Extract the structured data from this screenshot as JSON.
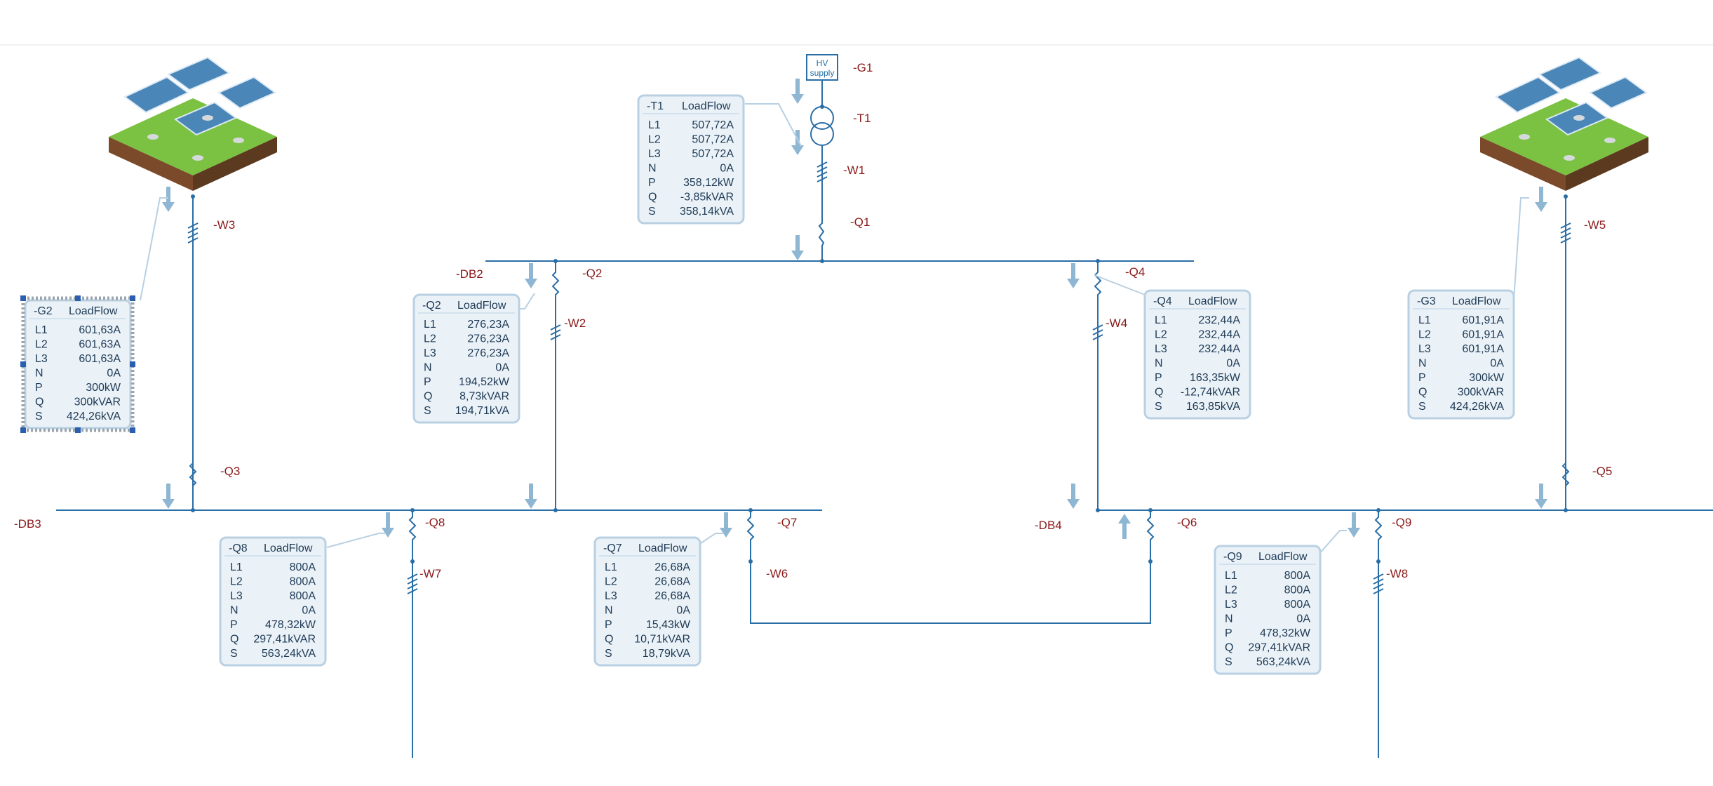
{
  "colors": {
    "line": "#2a6ea6",
    "label": "#8b1a1a",
    "box_fill": "#eaf2f8",
    "box_stroke": "#b9d0e2",
    "arrow": "#8fb6d3",
    "grass": "#7cc242",
    "soil": "#7a4a2a",
    "panel": "#4a86b8"
  },
  "labels": {
    "G1": "-G1",
    "T1": "-T1",
    "W1": "-W1",
    "Q1": "-Q1",
    "DB2": "-DB2",
    "DB3": "-DB3",
    "DB4": "-DB4",
    "Q2": "-Q2",
    "W2": "-W2",
    "Q3": "-Q3",
    "W3": "-W3",
    "Q4": "-Q4",
    "W4": "-W4",
    "Q5": "-Q5",
    "W5": "-W5",
    "Q6": "-Q6",
    "Q7": "-Q7",
    "W6": "-W6",
    "Q8": "-Q8",
    "W7": "-W7",
    "Q9": "-Q9",
    "W8": "-W8"
  },
  "hv_supply": [
    "HV",
    "supply"
  ],
  "loadflow_boxes": [
    {
      "id": "-T1",
      "title": "LoadFlow",
      "rows": [
        [
          "L1",
          "507,72A"
        ],
        [
          "L2",
          "507,72A"
        ],
        [
          "L3",
          "507,72A"
        ],
        [
          "N",
          "0A"
        ],
        [
          "P",
          "358,12kW"
        ],
        [
          "Q",
          "-3,85kVAR"
        ],
        [
          "S",
          "358,14kVA"
        ]
      ]
    },
    {
      "id": "-Q2",
      "title": "LoadFlow",
      "rows": [
        [
          "L1",
          "276,23A"
        ],
        [
          "L2",
          "276,23A"
        ],
        [
          "L3",
          "276,23A"
        ],
        [
          "N",
          "0A"
        ],
        [
          "P",
          "194,52kW"
        ],
        [
          "Q",
          "8,73kVAR"
        ],
        [
          "S",
          "194,71kVA"
        ]
      ]
    },
    {
      "id": "-Q4",
      "title": "LoadFlow",
      "rows": [
        [
          "L1",
          "232,44A"
        ],
        [
          "L2",
          "232,44A"
        ],
        [
          "L3",
          "232,44A"
        ],
        [
          "N",
          "0A"
        ],
        [
          "P",
          "163,35kW"
        ],
        [
          "Q",
          "-12,74kVAR"
        ],
        [
          "S",
          "163,85kVA"
        ]
      ]
    },
    {
      "id": "-G2",
      "title": "LoadFlow",
      "selected": true,
      "rows": [
        [
          "L1",
          "601,63A"
        ],
        [
          "L2",
          "601,63A"
        ],
        [
          "L3",
          "601,63A"
        ],
        [
          "N",
          "0A"
        ],
        [
          "P",
          "300kW"
        ],
        [
          "Q",
          "300kVAR"
        ],
        [
          "S",
          "424,26kVA"
        ]
      ]
    },
    {
      "id": "-G3",
      "title": "LoadFlow",
      "rows": [
        [
          "L1",
          "601,91A"
        ],
        [
          "L2",
          "601,91A"
        ],
        [
          "L3",
          "601,91A"
        ],
        [
          "N",
          "0A"
        ],
        [
          "P",
          "300kW"
        ],
        [
          "Q",
          "300kVAR"
        ],
        [
          "S",
          "424,26kVA"
        ]
      ]
    },
    {
      "id": "-Q8",
      "title": "LoadFlow",
      "rows": [
        [
          "L1",
          "800A"
        ],
        [
          "L2",
          "800A"
        ],
        [
          "L3",
          "800A"
        ],
        [
          "N",
          "0A"
        ],
        [
          "P",
          "478,32kW"
        ],
        [
          "Q",
          "297,41kVAR"
        ],
        [
          "S",
          "563,24kVA"
        ]
      ]
    },
    {
      "id": "-Q7",
      "title": "LoadFlow",
      "rows": [
        [
          "L1",
          "26,68A"
        ],
        [
          "L2",
          "26,68A"
        ],
        [
          "L3",
          "26,68A"
        ],
        [
          "N",
          "0A"
        ],
        [
          "P",
          "15,43kW"
        ],
        [
          "Q",
          "10,71kVAR"
        ],
        [
          "S",
          "18,79kVA"
        ]
      ]
    },
    {
      "id": "-Q9",
      "title": "LoadFlow",
      "rows": [
        [
          "L1",
          "800A"
        ],
        [
          "L2",
          "800A"
        ],
        [
          "L3",
          "800A"
        ],
        [
          "N",
          "0A"
        ],
        [
          "P",
          "478,32kW"
        ],
        [
          "Q",
          "297,41kVAR"
        ],
        [
          "S",
          "563,24kVA"
        ]
      ]
    }
  ]
}
